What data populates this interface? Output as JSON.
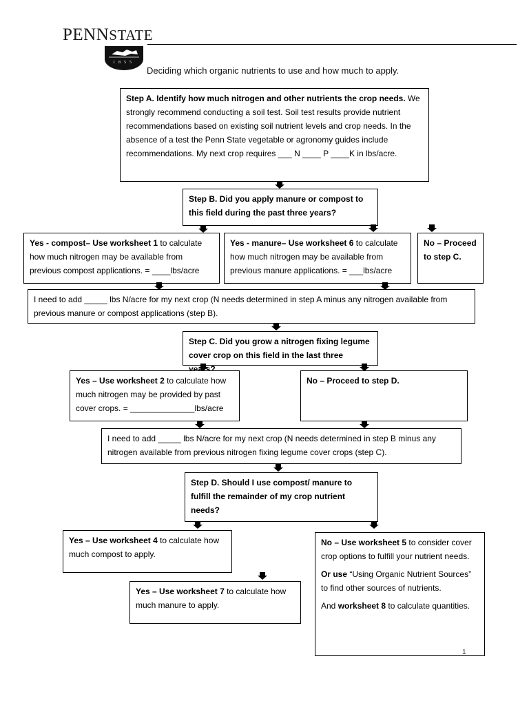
{
  "header": {
    "logo_main": "PENN",
    "logo_second": "STATE",
    "crest_year": "1855",
    "subtitle": "Deciding which organic nutrients to use and how much to apply."
  },
  "step_a": {
    "title": "Step A. Identify how much nitrogen and other nutrients the crop needs.",
    "body": " We strongly recommend conducting a soil test.  Soil test results provide nutrient recommendations based on existing soil nutrient levels and crop needs.  In the absence of a test the Penn State vegetable or agronomy guides include recommendations.  My next crop requires ___ N ____ P ____K in lbs/acre."
  },
  "step_b": {
    "title": "Step B. Did you apply manure or compost to this field during the past three years?"
  },
  "b_compost": {
    "bold": "Yes - compost– Use worksheet 1",
    "text": " to calculate how much nitrogen may be available from previous compost applications. = ____lbs/acre"
  },
  "b_manure": {
    "bold": "Yes - manure– Use worksheet 6",
    "text": " to calculate how much nitrogen may be available from previous manure applications. = ___lbs/acre"
  },
  "b_no": {
    "bold": "No – Proceed to step C."
  },
  "need_b": {
    "text": "I need to add _____ lbs N/acre for my next crop (N needs determined in step A minus any nitrogen available from previous manure or compost applications (step B)."
  },
  "step_c": {
    "title": "Step C. Did you grow a nitrogen fixing legume cover crop on this field in the last three years?"
  },
  "c_yes": {
    "bold": "Yes – Use worksheet 2",
    "text": " to calculate how much nitrogen may be provided by past cover crops. = ______________lbs/acre"
  },
  "c_no": {
    "bold": "No – Proceed to step D."
  },
  "need_c": {
    "text": "I need to add _____ lbs N/acre for my next crop (N needs determined in step B minus any nitrogen available from previous nitrogen fixing legume cover crops (step C)."
  },
  "step_d": {
    "title": "Step D. Should I use compost/ manure to fulfill the remainder of my crop nutrient needs?"
  },
  "d_compost": {
    "bold": "Yes – Use worksheet 4",
    "text": " to calculate how much compost to apply."
  },
  "d_manure": {
    "bold": "Yes – Use worksheet 7",
    "text": " to calculate how much manure to apply."
  },
  "d_no": {
    "p1_bold": "No – Use worksheet 5",
    "p1_text": " to consider cover crop options to fulfill your nutrient needs.",
    "p2_bold": "Or use",
    "p2_text": " “Using Organic Nutrient Sources” to find other sources of nutrients.",
    "p3_text_a": "And ",
    "p3_bold": "worksheet 8",
    "p3_text_b": " to calculate quantities."
  },
  "page_number": "1"
}
